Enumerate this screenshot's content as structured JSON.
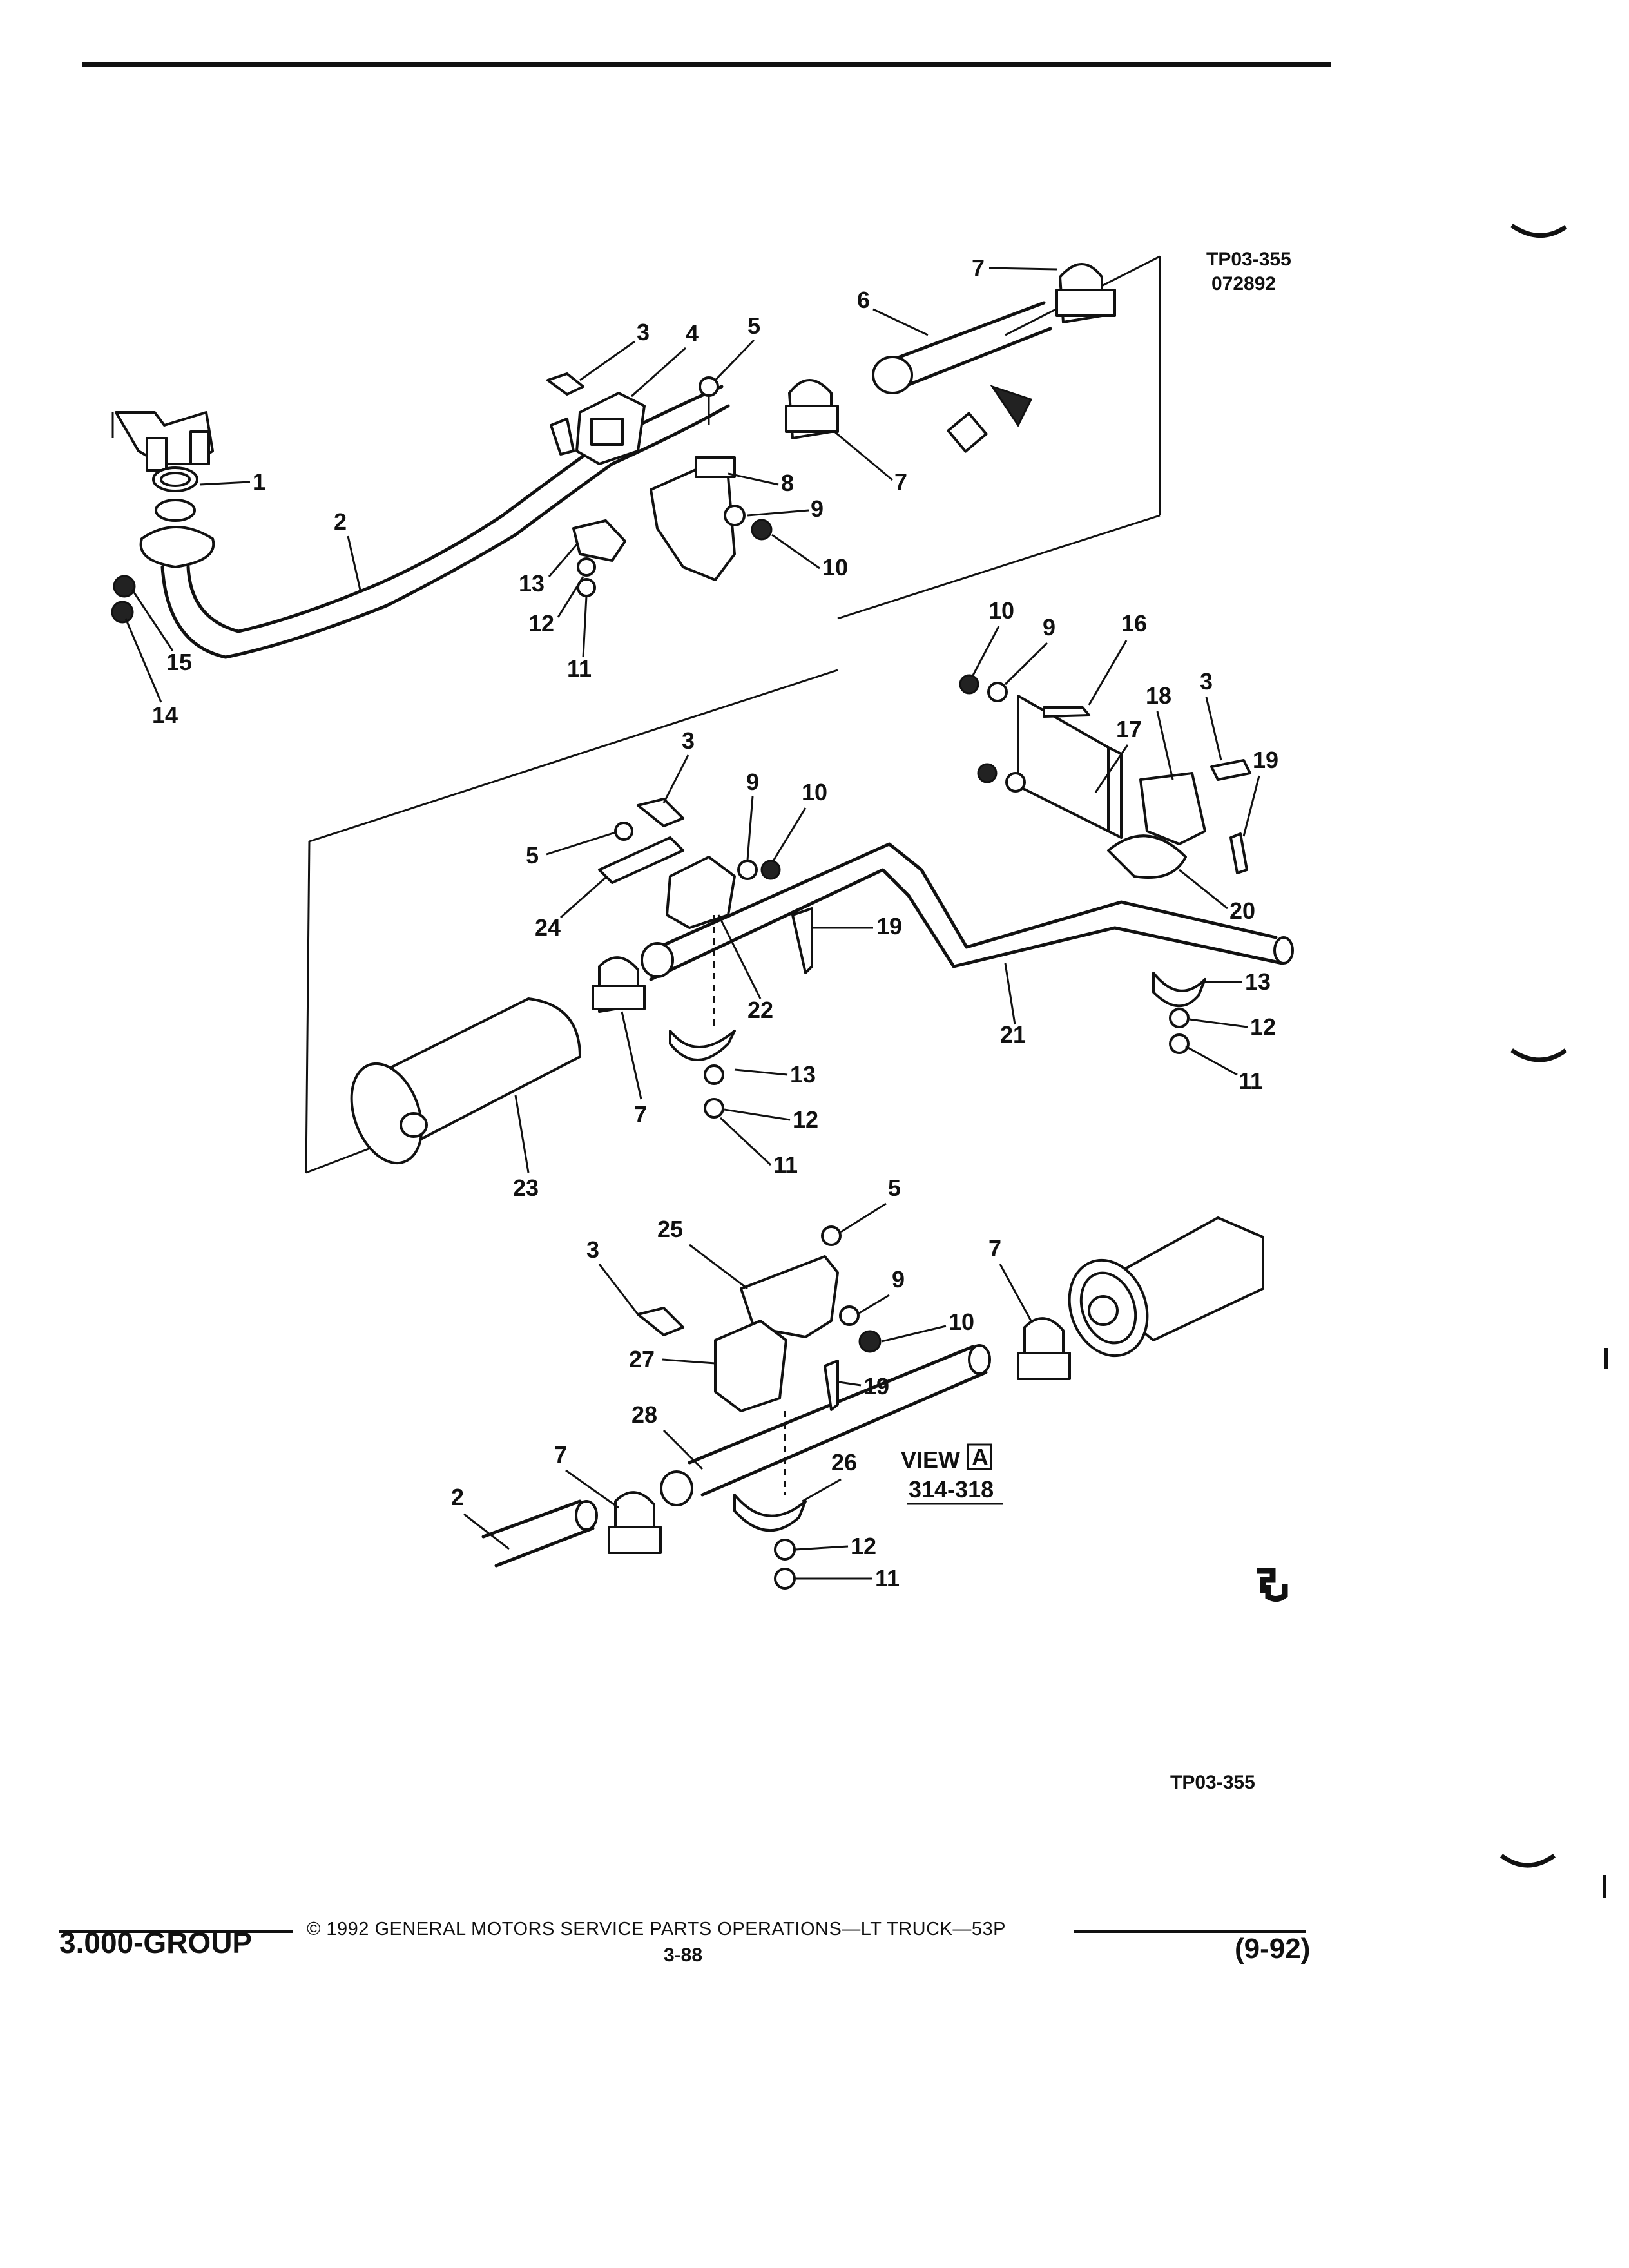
{
  "header": {
    "figure_code": "TP03-355",
    "date_code": "072892"
  },
  "callouts": {
    "c1": "1",
    "c2": "2",
    "c3": "3",
    "c4": "4",
    "c5": "5",
    "c6": "6",
    "c7": "7",
    "c8": "8",
    "c9": "9",
    "c10": "10",
    "c11": "11",
    "c12": "12",
    "c13": "13",
    "c14": "14",
    "c15": "15",
    "c16": "16",
    "c17": "17",
    "c18": "18",
    "c19": "19",
    "c20": "20",
    "c21": "21",
    "c22": "22",
    "c23": "23",
    "c24": "24",
    "c25": "25",
    "c26": "26",
    "c27": "27",
    "c28": "28"
  },
  "view_marker": {
    "letter": "A",
    "view_label": "VIEW",
    "ref": "314-318"
  },
  "bottom_code": "TP03-355",
  "footer": {
    "group": "3.000-GROUP",
    "copyright": "© 1992 GENERAL MOTORS SERVICE PARTS OPERATIONS—LT TRUCK—53P",
    "page": "3-88",
    "date": "(9-92)"
  }
}
